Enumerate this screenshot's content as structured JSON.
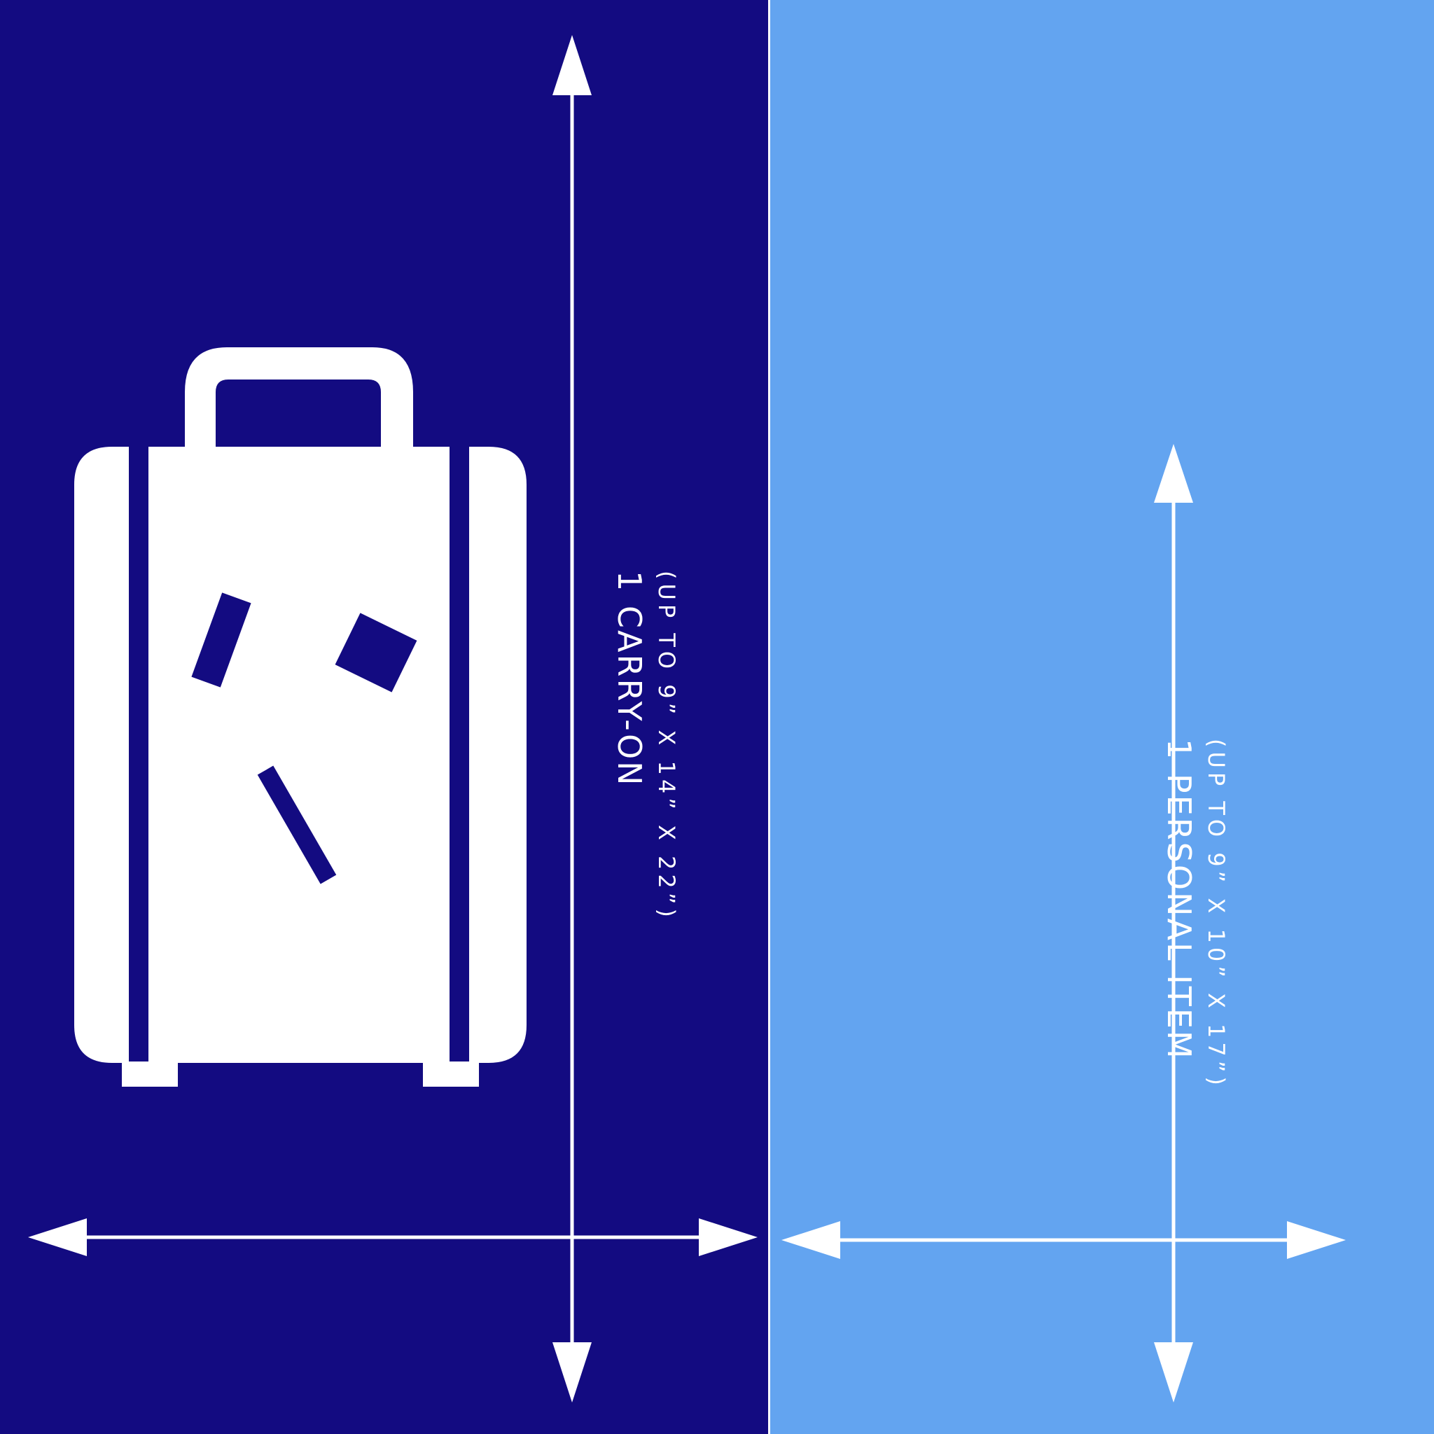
{
  "colors": {
    "carry_on_panel": "#130b81",
    "personal_item_panel": "#63a4f0",
    "foreground": "#ffffff"
  },
  "icons": {
    "suitcase": "suitcase-icon",
    "arrows": "double-arrow-icon"
  },
  "carry_on": {
    "title": "1 CARRY-ON",
    "dimensions": "(UP TO 9” X 14” X 22”)"
  },
  "personal_item": {
    "title": "1 PERSONAL ITEM",
    "dimensions": "(UP TO 9” X 10” X 17”)"
  }
}
